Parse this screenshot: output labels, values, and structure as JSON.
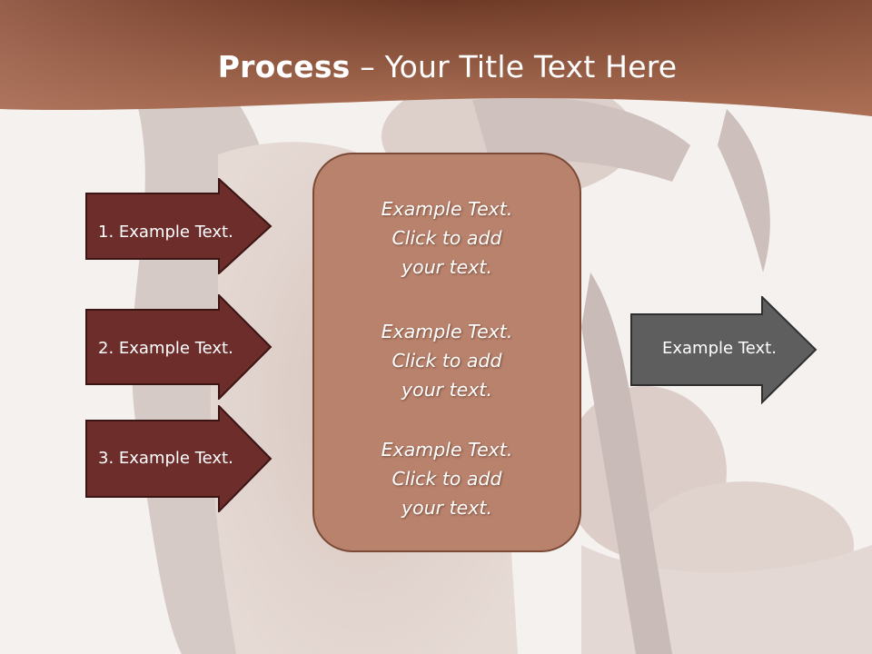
{
  "title": {
    "bold": "Process",
    "rest": " – Your Title Text Here"
  },
  "left_arrows": [
    {
      "label": "1. Example Text."
    },
    {
      "label": "2. Example Text."
    },
    {
      "label": "3. Example Text."
    }
  ],
  "center_box": {
    "blocks": [
      {
        "lines": [
          "Example Text.",
          "Click  to add",
          "your text."
        ]
      },
      {
        "lines": [
          "Example Text.",
          "Click  to add",
          "your text."
        ]
      },
      {
        "lines": [
          "Example Text.",
          "Click  to add",
          "your text."
        ]
      }
    ]
  },
  "right_arrow": {
    "label": "Example Text."
  },
  "colors": {
    "title_band": "#a66a52",
    "left_arrow_fill": "#6c2d2b",
    "center_box_fill": "#b9826c",
    "right_arrow_fill": "#5e5e5e"
  }
}
